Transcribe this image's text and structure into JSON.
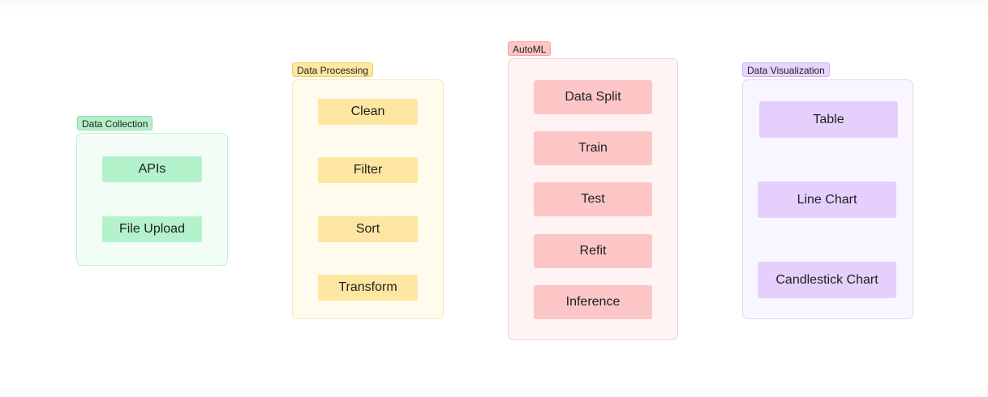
{
  "colors": {
    "data_collection": "#b3f2cb",
    "data_processing": "#fde6a2",
    "automl": "#fdc6c6",
    "data_visualization": "#e5cffd"
  },
  "groups": {
    "data_collection": {
      "label": "Data Collection",
      "items": [
        "APIs",
        "File Upload"
      ]
    },
    "data_processing": {
      "label": "Data Processing",
      "items": [
        "Clean",
        "Filter",
        "Sort",
        "Transform"
      ]
    },
    "automl": {
      "label": "AutoML",
      "items": [
        "Data Split",
        "Train",
        "Test",
        "Refit",
        "Inference"
      ]
    },
    "data_visualization": {
      "label": "Data Visualization",
      "items": [
        "Table",
        "Line Chart",
        "Candlestick Chart"
      ]
    }
  }
}
